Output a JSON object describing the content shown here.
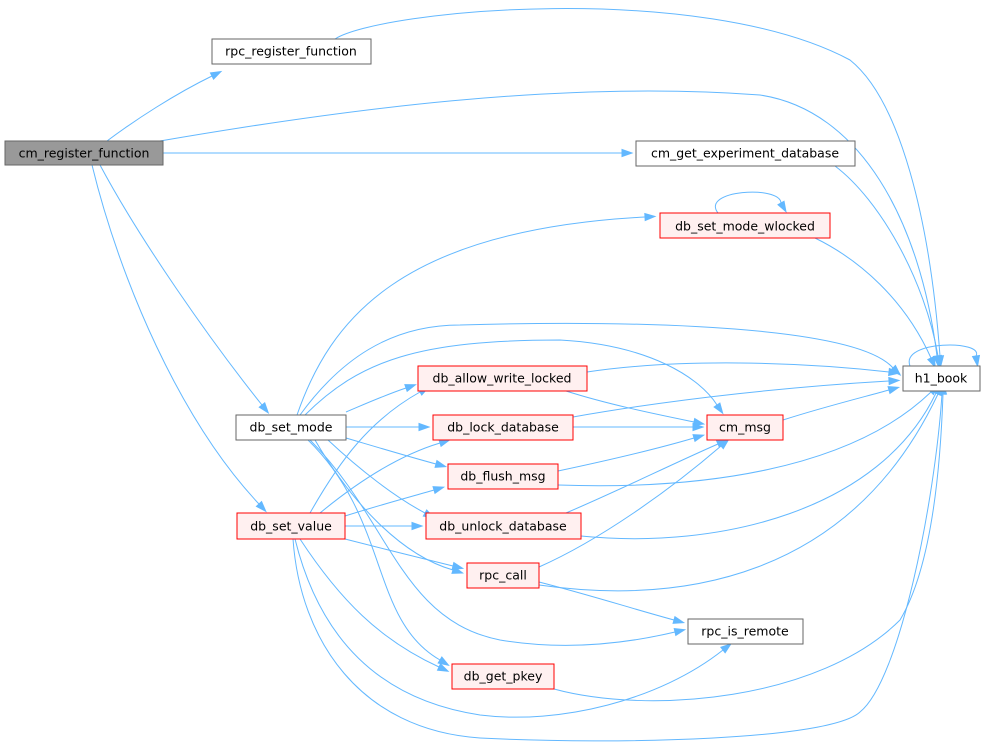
{
  "colors": {
    "edge": "#63b8ff",
    "root_fill": "#999999",
    "root_stroke": "#666666",
    "plain_fill": "#ffffff",
    "plain_stroke": "#666666",
    "truncated_fill": "#fff0f0",
    "truncated_stroke": "#ff0000"
  },
  "nodes": {
    "cm_register_function": {
      "label": "cm_register_function",
      "style": "root"
    },
    "rpc_register_function": {
      "label": "rpc_register_function",
      "style": "plain"
    },
    "cm_get_experiment_database": {
      "label": "cm_get_experiment_database",
      "style": "plain"
    },
    "db_set_mode_wlocked": {
      "label": "db_set_mode_wlocked",
      "style": "truncated"
    },
    "h1_book": {
      "label": "h1_book",
      "style": "plain"
    },
    "db_allow_write_locked": {
      "label": "db_allow_write_locked",
      "style": "truncated"
    },
    "db_set_mode": {
      "label": "db_set_mode",
      "style": "plain"
    },
    "db_lock_database": {
      "label": "db_lock_database",
      "style": "truncated"
    },
    "cm_msg": {
      "label": "cm_msg",
      "style": "truncated"
    },
    "db_flush_msg": {
      "label": "db_flush_msg",
      "style": "truncated"
    },
    "db_set_value": {
      "label": "db_set_value",
      "style": "truncated"
    },
    "db_unlock_database": {
      "label": "db_unlock_database",
      "style": "truncated"
    },
    "rpc_call": {
      "label": "rpc_call",
      "style": "truncated"
    },
    "rpc_is_remote": {
      "label": "rpc_is_remote",
      "style": "plain"
    },
    "db_get_pkey": {
      "label": "db_get_pkey",
      "style": "truncated"
    }
  },
  "edges": [
    {
      "from": "cm_register_function",
      "to": "rpc_register_function"
    },
    {
      "from": "cm_register_function",
      "to": "h1_book"
    },
    {
      "from": "cm_register_function",
      "to": "cm_get_experiment_database"
    },
    {
      "from": "cm_register_function",
      "to": "db_set_mode"
    },
    {
      "from": "cm_register_function",
      "to": "db_set_value"
    },
    {
      "from": "rpc_register_function",
      "to": "h1_book"
    },
    {
      "from": "cm_get_experiment_database",
      "to": "h1_book"
    },
    {
      "from": "db_set_mode_wlocked",
      "to": "db_set_mode_wlocked"
    },
    {
      "from": "db_set_mode_wlocked",
      "to": "h1_book"
    },
    {
      "from": "h1_book",
      "to": "h1_book"
    },
    {
      "from": "db_set_mode",
      "to": "db_set_mode_wlocked"
    },
    {
      "from": "db_set_mode",
      "to": "h1_book"
    },
    {
      "from": "db_set_mode",
      "to": "cm_msg"
    },
    {
      "from": "db_set_mode",
      "to": "db_allow_write_locked"
    },
    {
      "from": "db_set_mode",
      "to": "db_lock_database"
    },
    {
      "from": "db_set_mode",
      "to": "db_flush_msg"
    },
    {
      "from": "db_set_mode",
      "to": "db_unlock_database"
    },
    {
      "from": "db_set_mode",
      "to": "rpc_call"
    },
    {
      "from": "db_set_mode",
      "to": "rpc_is_remote"
    },
    {
      "from": "db_set_mode",
      "to": "db_get_pkey"
    },
    {
      "from": "db_allow_write_locked",
      "to": "h1_book"
    },
    {
      "from": "db_allow_write_locked",
      "to": "cm_msg"
    },
    {
      "from": "db_lock_database",
      "to": "h1_book"
    },
    {
      "from": "db_lock_database",
      "to": "cm_msg"
    },
    {
      "from": "cm_msg",
      "to": "h1_book"
    },
    {
      "from": "db_flush_msg",
      "to": "cm_msg"
    },
    {
      "from": "db_flush_msg",
      "to": "h1_book"
    },
    {
      "from": "db_unlock_database",
      "to": "cm_msg"
    },
    {
      "from": "db_unlock_database",
      "to": "h1_book"
    },
    {
      "from": "db_set_value",
      "to": "db_allow_write_locked"
    },
    {
      "from": "db_set_value",
      "to": "db_lock_database"
    },
    {
      "from": "db_set_value",
      "to": "db_flush_msg"
    },
    {
      "from": "db_set_value",
      "to": "db_unlock_database"
    },
    {
      "from": "db_set_value",
      "to": "rpc_call"
    },
    {
      "from": "db_set_value",
      "to": "db_get_pkey"
    },
    {
      "from": "db_set_value",
      "to": "rpc_is_remote"
    },
    {
      "from": "db_set_value",
      "to": "h1_book"
    },
    {
      "from": "rpc_call",
      "to": "cm_msg"
    },
    {
      "from": "rpc_call",
      "to": "h1_book"
    },
    {
      "from": "rpc_call",
      "to": "rpc_is_remote"
    },
    {
      "from": "db_get_pkey",
      "to": "h1_book"
    }
  ]
}
